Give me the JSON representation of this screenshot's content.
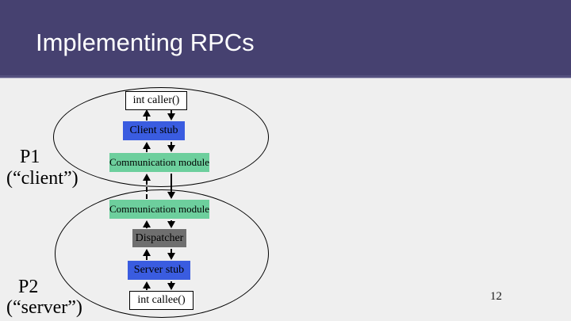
{
  "slide": {
    "title": "Implementing RPCs",
    "page_number": "12"
  },
  "colors": {
    "header_band": "#464170",
    "background": "#efefef",
    "stub_blue": "#3a5ce0",
    "module_green": "#6dcf9d",
    "dispatcher_gray": "#6f6f6f"
  },
  "diagram": {
    "client_process": {
      "name": "P1",
      "caption": "(“client”)",
      "boxes": [
        {
          "label": "int caller()"
        },
        {
          "label": "Client stub"
        },
        {
          "label": "Communication module"
        }
      ]
    },
    "server_process": {
      "name": "P2",
      "caption": "(“server”)",
      "boxes": [
        {
          "label": "Communication module"
        },
        {
          "label": "Dispatcher"
        },
        {
          "label": "Server stub"
        },
        {
          "label": "int callee()"
        }
      ]
    }
  }
}
